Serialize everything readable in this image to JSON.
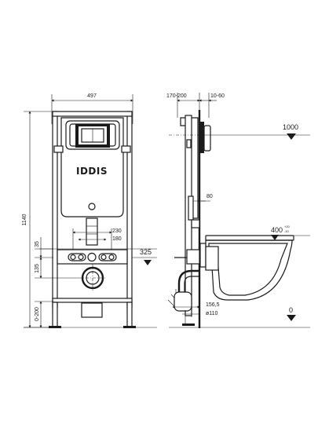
{
  "brand": "IDDIS",
  "front_view": {
    "width": "497",
    "height": "1140",
    "dim_230": "230",
    "dim_180": "180",
    "dim_35": "35",
    "dim_135": "135",
    "dim_0_200": "0-200",
    "level_325": "325"
  },
  "side_view": {
    "depth_170_200": "170-200",
    "depth_10_60": "10-60",
    "dim_80": "80",
    "dim_156_5": "156,5",
    "pipe_d110": "ø110"
  },
  "levels": {
    "level_1000": "1000",
    "level_400": "400",
    "level_400_tol_plus": "+20",
    "level_400_tol_minus": "-10",
    "level_0": "0"
  }
}
